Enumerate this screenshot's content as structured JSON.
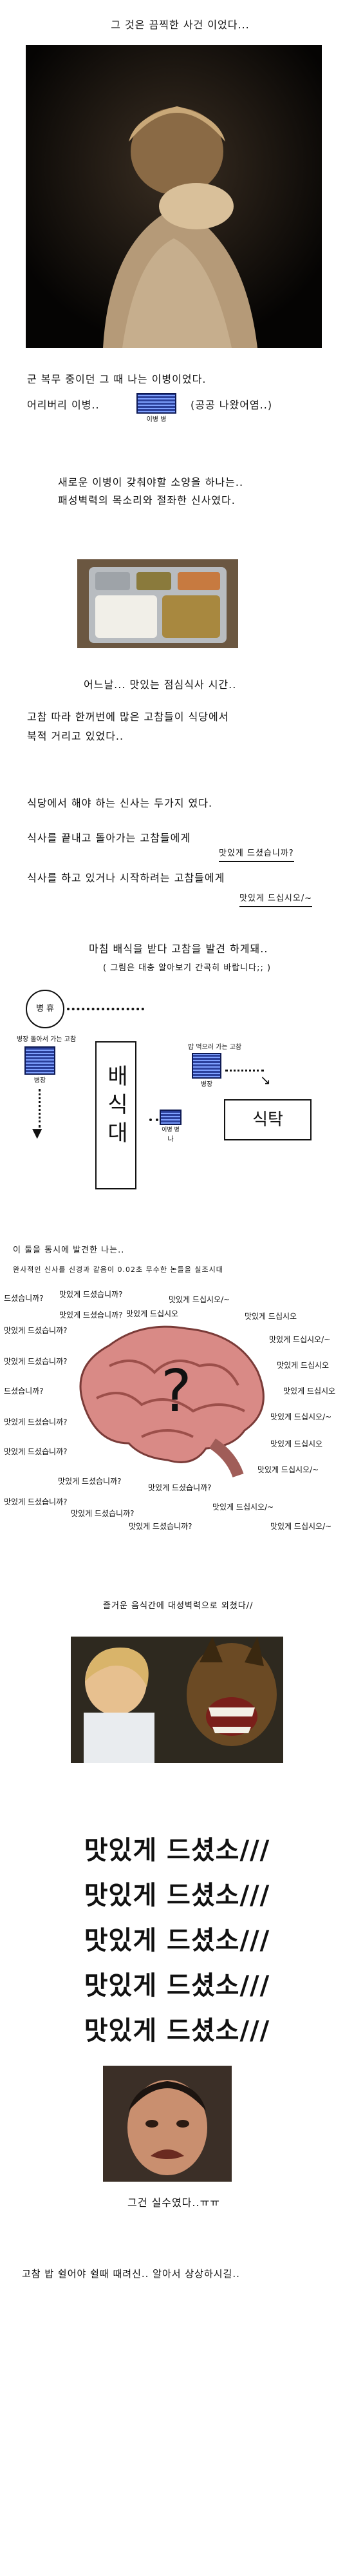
{
  "scene1": {
    "caption_top": "그 것은 끔찍한 사건 이었다..."
  },
  "scene2": {
    "line1": "군 복무 중이던 그 때 나는 이병이었다.",
    "line2_left": "어리버리 이병..",
    "badge_label": "이병 병",
    "line2_right": "(공공 나왔어염..)"
  },
  "scene3": {
    "line1": "새로운 이병이 갖춰야할 소양을 하나는..",
    "line2": "패성벽력의 목소리와 절좌한 신사였다."
  },
  "scene4": {
    "caption": "어느날... 맛있는 점심식사 시간..",
    "line1": "고참 따라 한꺼번에 많은 고참들이 식당에서",
    "line2": "북적 거리고 있었다.."
  },
  "scene5": {
    "line1": "식당에서 해야 하는 신사는 두가지 였다.",
    "line2": "식사를 끝내고 돌아가는 고참들에게",
    "line2_quote": "맛있게 드셨습니까?",
    "line3": "식사를 하고 있거나 시작하려는 고참들에게",
    "line3_quote": "맛있게 드십시오/~"
  },
  "scene6": {
    "title": "마침 배식을 받다 고참을 발견 하게돼..",
    "subtitle": "( 그림은 대충 알아보기 간곡히 바랍니다;; )",
    "circle_label": "병 휴",
    "left_rank": "병장",
    "left_caption": "병장 돌아서 가는 고참",
    "center_table": "배식대",
    "me_label": "이병 병",
    "me_caption": "나",
    "right_caption": "밥 먹으러 가는 고참",
    "right_rank": "병장",
    "meal_table": "식탁"
  },
  "scene7": {
    "line1": "이 둘을 동시에 발견한 나는..",
    "line2": "완사적인 신사를 신경과 같음이 0.02초 무수한 논들을 실조시대",
    "words": [
      "드셨습니까?",
      "맛있게 드셨습니까?",
      "맛있게 드십시오/~",
      "맛있게 드셨습니까?",
      "맛있게 드십시오",
      "맛있게 드십시오",
      "맛있게 드셨습니까?",
      "맛있게 드셨습니까?",
      "맛있게 드십시오/~",
      "드셨습니까?",
      "맛있게 드십시오",
      "맛있게 드셨습니까?",
      "맛있게 드십시오",
      "맛있게 드십시오/~",
      "맛있게 드셨습니까?",
      "맛있게 드셨습니까?",
      "맛있게 드십시오",
      "맛있게 드셨습니까?",
      "맛있게 드십시오/~",
      "맛있게 드셨습니까?",
      "맛있게 드셨습니까?",
      "맛있게 드십시오/~",
      "맛있게 드셨습니까?",
      "맛있게 드십시오/~"
    ]
  },
  "scene8": {
    "caption": "즐거운 음식간에 대성벽력으로 외쳤다//"
  },
  "scene9": {
    "lines": [
      "맛있게 드셨소///",
      "맛있게 드셨소///",
      "맛있게 드셨소///",
      "맛있게 드셨소///",
      "맛있게 드셨소///"
    ]
  },
  "scene10": {
    "caption": "그건 실수였다..ㅠㅠ"
  },
  "footer": {
    "text": "고참 밥 쉴어야 쉴때 때려신.. 알아서 상상하시길.."
  },
  "colors": {
    "badge_blue": "#2a3f9a",
    "brain_pink": "#d98a86"
  }
}
